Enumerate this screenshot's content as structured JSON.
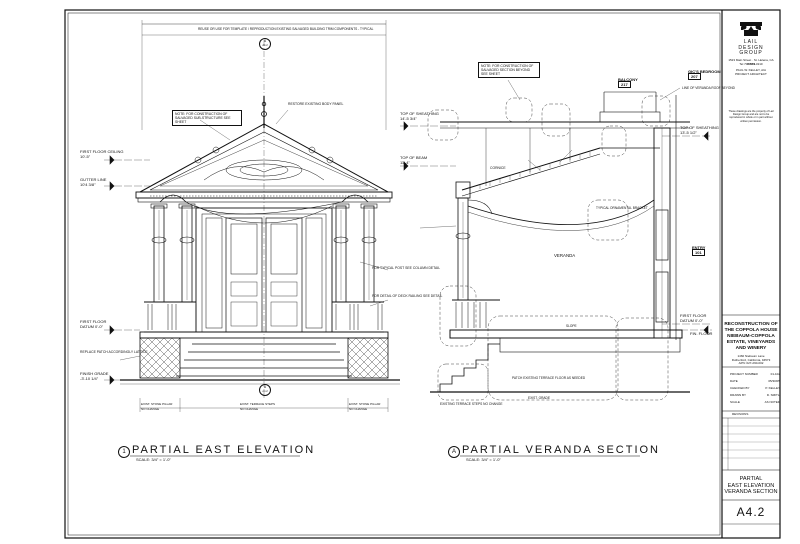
{
  "firm": {
    "name_lines": [
      "LAIL",
      "DESIGN",
      "GROUP"
    ],
    "address": "1523 Main Street · St. Helena, CA 94574",
    "phone": "Tel 707 963-3210",
    "person": "PAUL W. KELLEY, AIA",
    "role": "PROJECT ARCHITECT",
    "copyright_note": "These drawings are the property of Lail Design Group and are not to be reproduced in whole or in part without written permission."
  },
  "project": {
    "title_lines": [
      "RECONSTRUCTION OF",
      "THE COPPOLA HOUSE",
      "NIEBAUM-COPPOLA",
      "ESTATE, VINEYARDS",
      "AND WINERY"
    ],
    "address_lines": [
      "1460 Niebaum Lane",
      "Rutherford, California, 94573",
      "APN: 027-290-002"
    ]
  },
  "project_info": [
    {
      "label": "PROJECT NUMBER",
      "value": "01-102"
    },
    {
      "label": "DATE",
      "value": "05/30/05"
    },
    {
      "label": "CHECKED BY",
      "value": "P. KELLEY"
    },
    {
      "label": "DRAWN BY",
      "value": "D. SMITH"
    },
    {
      "label": "SCALE",
      "value": "AS NOTED"
    }
  ],
  "revisions_label": "REVISIONS",
  "sheet": {
    "title_lines": [
      "PARTIAL",
      "EAST ELEVATION",
      "VERANDA SECTION"
    ],
    "number": "A4.2"
  },
  "views": [
    {
      "bubble": "1",
      "title": "PARTIAL EAST ELEVATION",
      "scale": "SCALE: 3/4\" = 1'-0\""
    },
    {
      "bubble": "A",
      "title": "PARTIAL VERANDA SECTION",
      "scale": "SCALE: 3/4\" = 1'-0\""
    }
  ],
  "east_elevation": {
    "top_dimension": "REUSE OR USE FOR TEMPLATE / REPRODUCTION EXISTING SALVAGED BUILDING TRIM COMPONENTS - TYPICAL",
    "section_marker": {
      "top": "A",
      "bottom": "A4.2"
    },
    "levels": [
      {
        "name": "FIRST FLOOR CEILING",
        "value": "10'-5\""
      },
      {
        "name": "GUTTER LINE",
        "value": "10'4 3/8\""
      },
      {
        "name": "FIRST FLOOR",
        "value": "DATUM 0'-0\""
      },
      {
        "name": "FINISH GRADE",
        "value": "-3'-10 1/4\""
      }
    ],
    "notes": [
      "RESTORE EXISTING BODY PANEL",
      "FOR TYPICAL POST SEE COLUMN DETAIL",
      "FOR DETAIL OF DECK RAILING SEE DETAIL",
      "REPLACE PATCH ACCORDINGLY LATTICE",
      "NOTE: FOR CONSTRUCTION OF SALVAGED SUB-STRUCTURE SEE SHEET"
    ],
    "bottom_dims": [
      {
        "top": "EXIST. STONE PILLAR",
        "bottom": "NO CHANGE"
      },
      {
        "top": "EXIST. TERRACE STEPS",
        "bottom": "NO CHANGE"
      },
      {
        "top": "EXIST. STONE PILLAR",
        "bottom": "NO CHANGE"
      }
    ]
  },
  "veranda_section": {
    "levels": [
      {
        "name": "TOP OF SHEATHING",
        "value": "14'-5 3/4\""
      },
      {
        "name": "TOP OF BEAM",
        "value": "11'-4\""
      },
      {
        "name": "TOP OF SHEATHING",
        "value": "13'-5 1/2\""
      },
      {
        "name": "FIRST FLOOR",
        "value": "DATUM 0'-0\""
      },
      {
        "name": "FIN. FLOOR",
        "value": ""
      }
    ],
    "rooms": [
      {
        "name": "GIC'S BEDROOM",
        "number": "207"
      },
      {
        "name": "BALCONY",
        "number": "217"
      },
      {
        "name": "ENTRY",
        "number": "101"
      },
      {
        "name": "VERANDA",
        "number": ""
      }
    ],
    "notes": [
      "NOTE: FOR CONSTRUCTION OF SALVAGED SECTION BEYOND SEE SHEET",
      "CORNICE",
      "LINE OF VERANDA ROOF BEYOND",
      "TYPICAL ORNAMENTAL BRACKET",
      "SLOPE",
      "EXISTING TERRACE STEPS NO CHANGE",
      "PATCH EXISTING TERRACE FLOOR AS NEEDED",
      "EXIST. GRADE"
    ]
  }
}
